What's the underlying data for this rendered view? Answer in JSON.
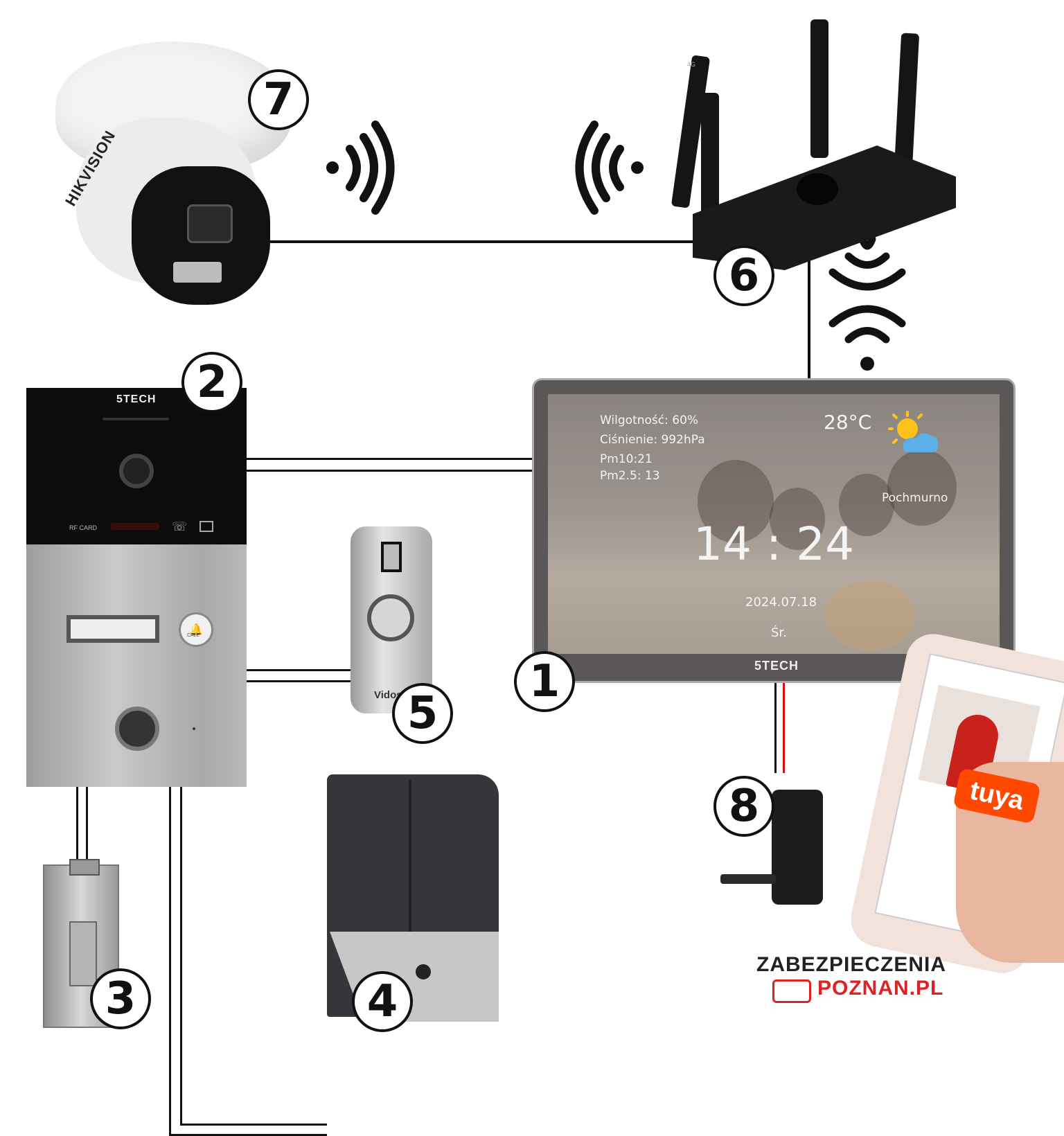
{
  "labels": {
    "n1": "1",
    "n2": "2",
    "n3": "3",
    "n4": "4",
    "n5": "5",
    "n6": "6",
    "n7": "7",
    "n8": "8"
  },
  "camera": {
    "brand": "HIKVISION",
    "icon": "dome-camera-icon"
  },
  "router": {
    "antenna_label": "4G",
    "icon": "router-icon"
  },
  "door_station": {
    "brand": "5TECH",
    "rf_label": "RF CARD",
    "call_label": "CALL",
    "icon": "door-station-icon"
  },
  "exit_button": {
    "brand": "Vidos",
    "icon": "exit-button-icon"
  },
  "monitor": {
    "humidity": "Wilgotność: 60%",
    "pressure": "Ciśnienie: 992hPa",
    "pm10": "Pm10:21",
    "pm25": "Pm2.5: 13",
    "temperature": "28°C",
    "weather": "Pochmurno",
    "time": "14 : 24",
    "date": "2024.07.18",
    "weekday": "Śr.",
    "brand": "5TECH"
  },
  "phone": {
    "app": "tuya",
    "icon": "smartphone-icon"
  },
  "logo": {
    "line1": "ZABEZPIECZENIA",
    "line2": "POZNAN.PL"
  },
  "colors": {
    "wire": "#111111",
    "power_wire": "#d01010",
    "tuya": "#ff4800",
    "logo_red": "#d22222"
  }
}
